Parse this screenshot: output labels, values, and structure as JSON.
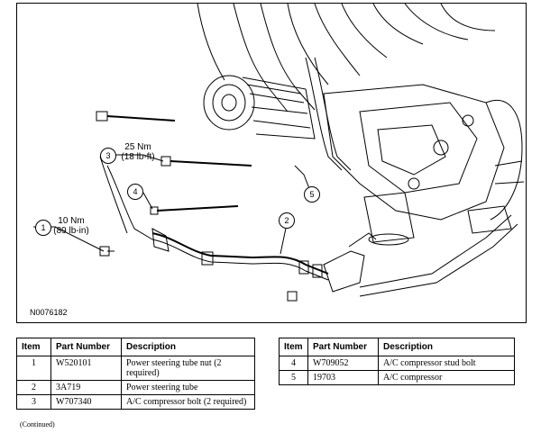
{
  "figure": {
    "id": "N0076182",
    "callouts": [
      {
        "num": "1",
        "spec_nm": "10 Nm",
        "spec_alt": "(89 lb-in)"
      },
      {
        "num": "2"
      },
      {
        "num": "3",
        "spec_nm": "25 Nm",
        "spec_alt": "(18 lb-ft)"
      },
      {
        "num": "4"
      },
      {
        "num": "5"
      }
    ]
  },
  "table_left": {
    "headers": [
      "Item",
      "Part Number",
      "Description"
    ],
    "rows": [
      {
        "item": "1",
        "part": "W520101",
        "desc": "Power steering tube nut (2 required)"
      },
      {
        "item": "2",
        "part": "3A719",
        "desc": "Power steering tube"
      },
      {
        "item": "3",
        "part": "W707340",
        "desc": "A/C compressor bolt (2 required)"
      }
    ]
  },
  "table_right": {
    "headers": [
      "Item",
      "Part Number",
      "Description"
    ],
    "rows": [
      {
        "item": "4",
        "part": "W709052",
        "desc": "A/C compressor stud bolt"
      },
      {
        "item": "5",
        "part": "19703",
        "desc": "A/C compressor"
      }
    ]
  },
  "footer": {
    "continued": "(Continued)"
  }
}
